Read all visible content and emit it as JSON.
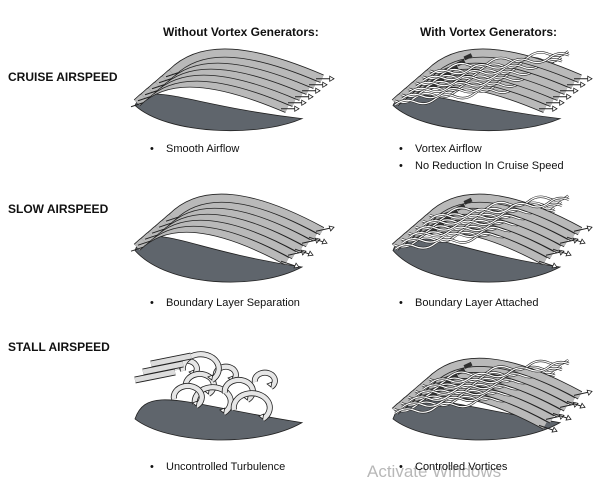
{
  "columns": {
    "without": "Without Vortex Generators:",
    "with": "With Vortex Generators:"
  },
  "rows": {
    "cruise": {
      "title": "CRUISE AIRSPEED",
      "without_bullets": [
        "Smooth Airflow"
      ],
      "with_bullets": [
        "Vortex Airflow",
        "No Reduction In Cruise Speed"
      ]
    },
    "slow": {
      "title": "SLOW AIRSPEED",
      "without_bullets": [
        "Boundary Layer Separation"
      ],
      "with_bullets": [
        "Boundary Layer Attached"
      ]
    },
    "stall": {
      "title": "STALL AIRSPEED",
      "without_bullets": [
        "Uncontrolled Turbulence"
      ],
      "with_bullets": [
        "Controlled Vortices"
      ]
    }
  },
  "watermark": "Activate Windows",
  "colors": {
    "wing_top": "#9a9a9a",
    "wing_underside": "#5f656c",
    "flow_band": "#b9b9b9",
    "vortex_line": "#ffffff",
    "vg_tab": "#2f2f2f"
  }
}
